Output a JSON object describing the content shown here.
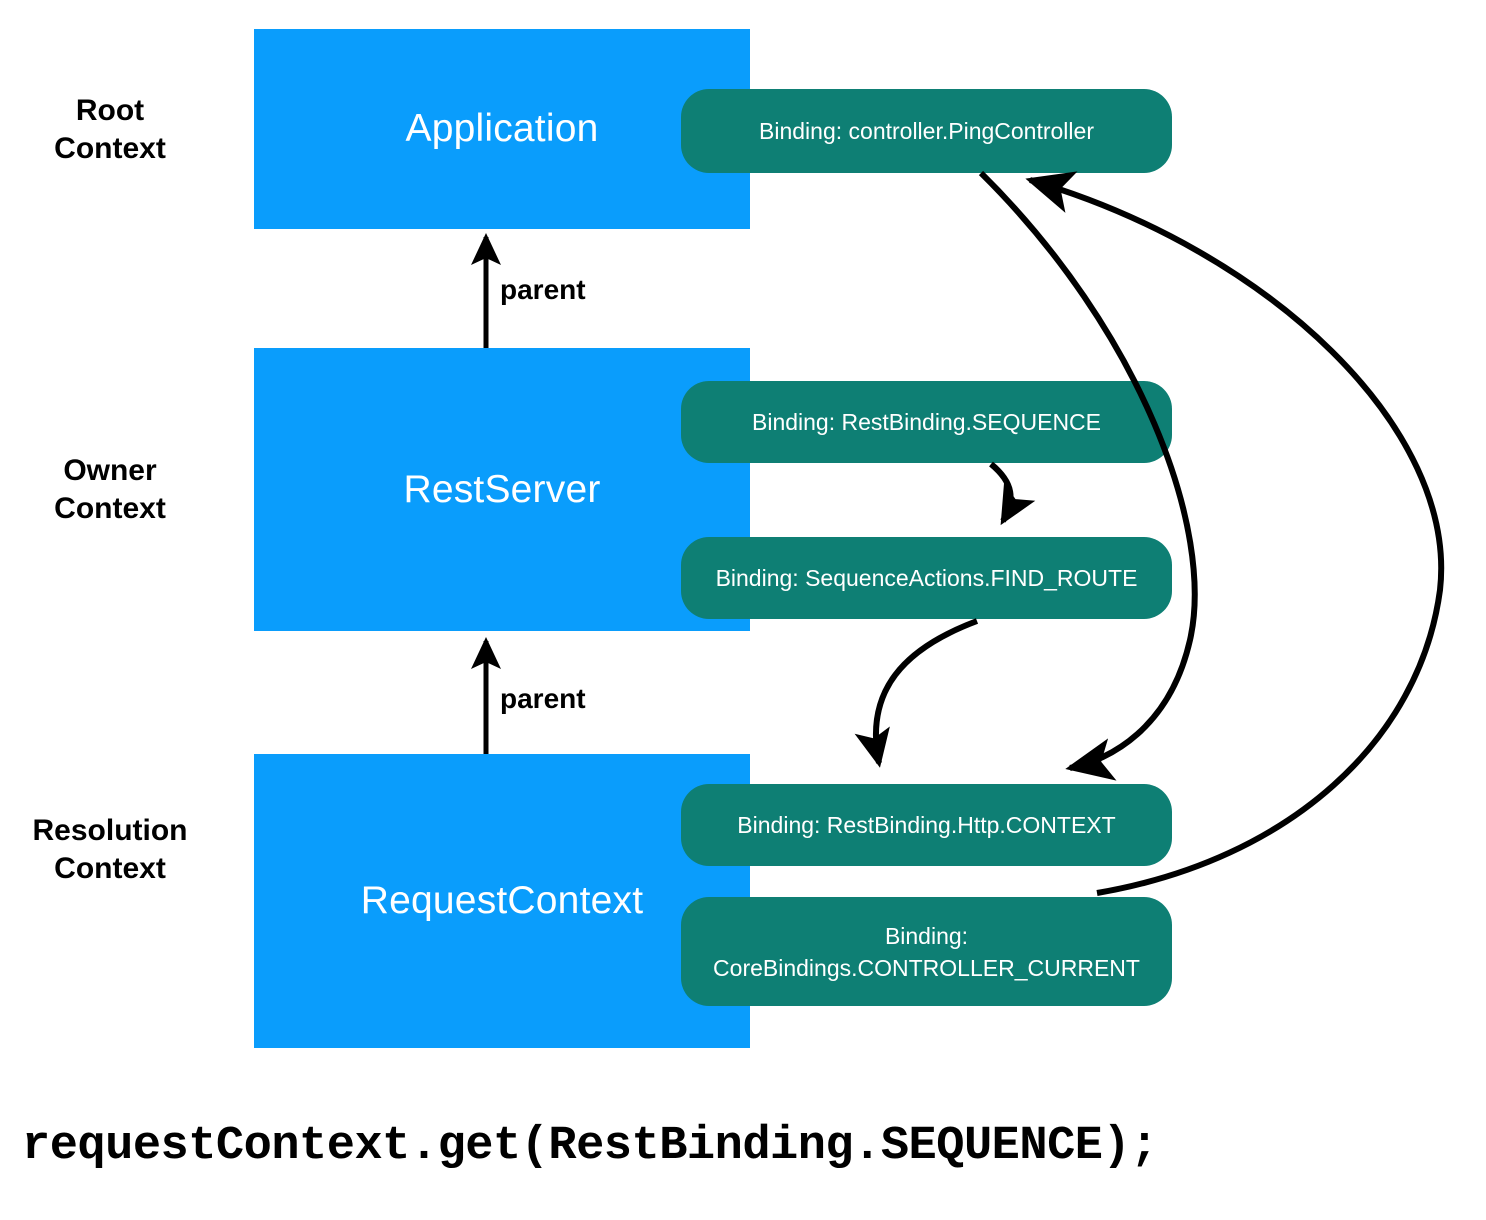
{
  "contexts": [
    {
      "id": "root",
      "label": "Root\nContext",
      "box_label": "Application"
    },
    {
      "id": "owner",
      "label": "Owner\nContext",
      "box_label": "RestServer"
    },
    {
      "id": "resolution",
      "label": "Resolution\nContext",
      "box_label": "RequestContext"
    }
  ],
  "bindings": [
    {
      "id": "ping",
      "text": "Binding: controller.PingController"
    },
    {
      "id": "sequence",
      "text": "Binding: RestBinding.SEQUENCE"
    },
    {
      "id": "find_route",
      "text": "Binding: SequenceActions.FIND_ROUTE"
    },
    {
      "id": "http_context",
      "text": "Binding: RestBinding.Http.CONTEXT"
    },
    {
      "id": "controller_current",
      "text": "Binding:\nCoreBindings.CONTROLLER_CURRENT"
    }
  ],
  "edges": {
    "parent_label_1": "parent",
    "parent_label_2": "parent"
  },
  "caption": {
    "code": "requestContext.get(RestBinding.SEQUENCE);"
  },
  "colors": {
    "context_box": "#0A9DFC",
    "binding_pill": "#0E7F74",
    "text_on_fill": "#FFFFFF",
    "arrow": "#000000",
    "label_text": "#000000",
    "background": "#FFFFFF"
  }
}
